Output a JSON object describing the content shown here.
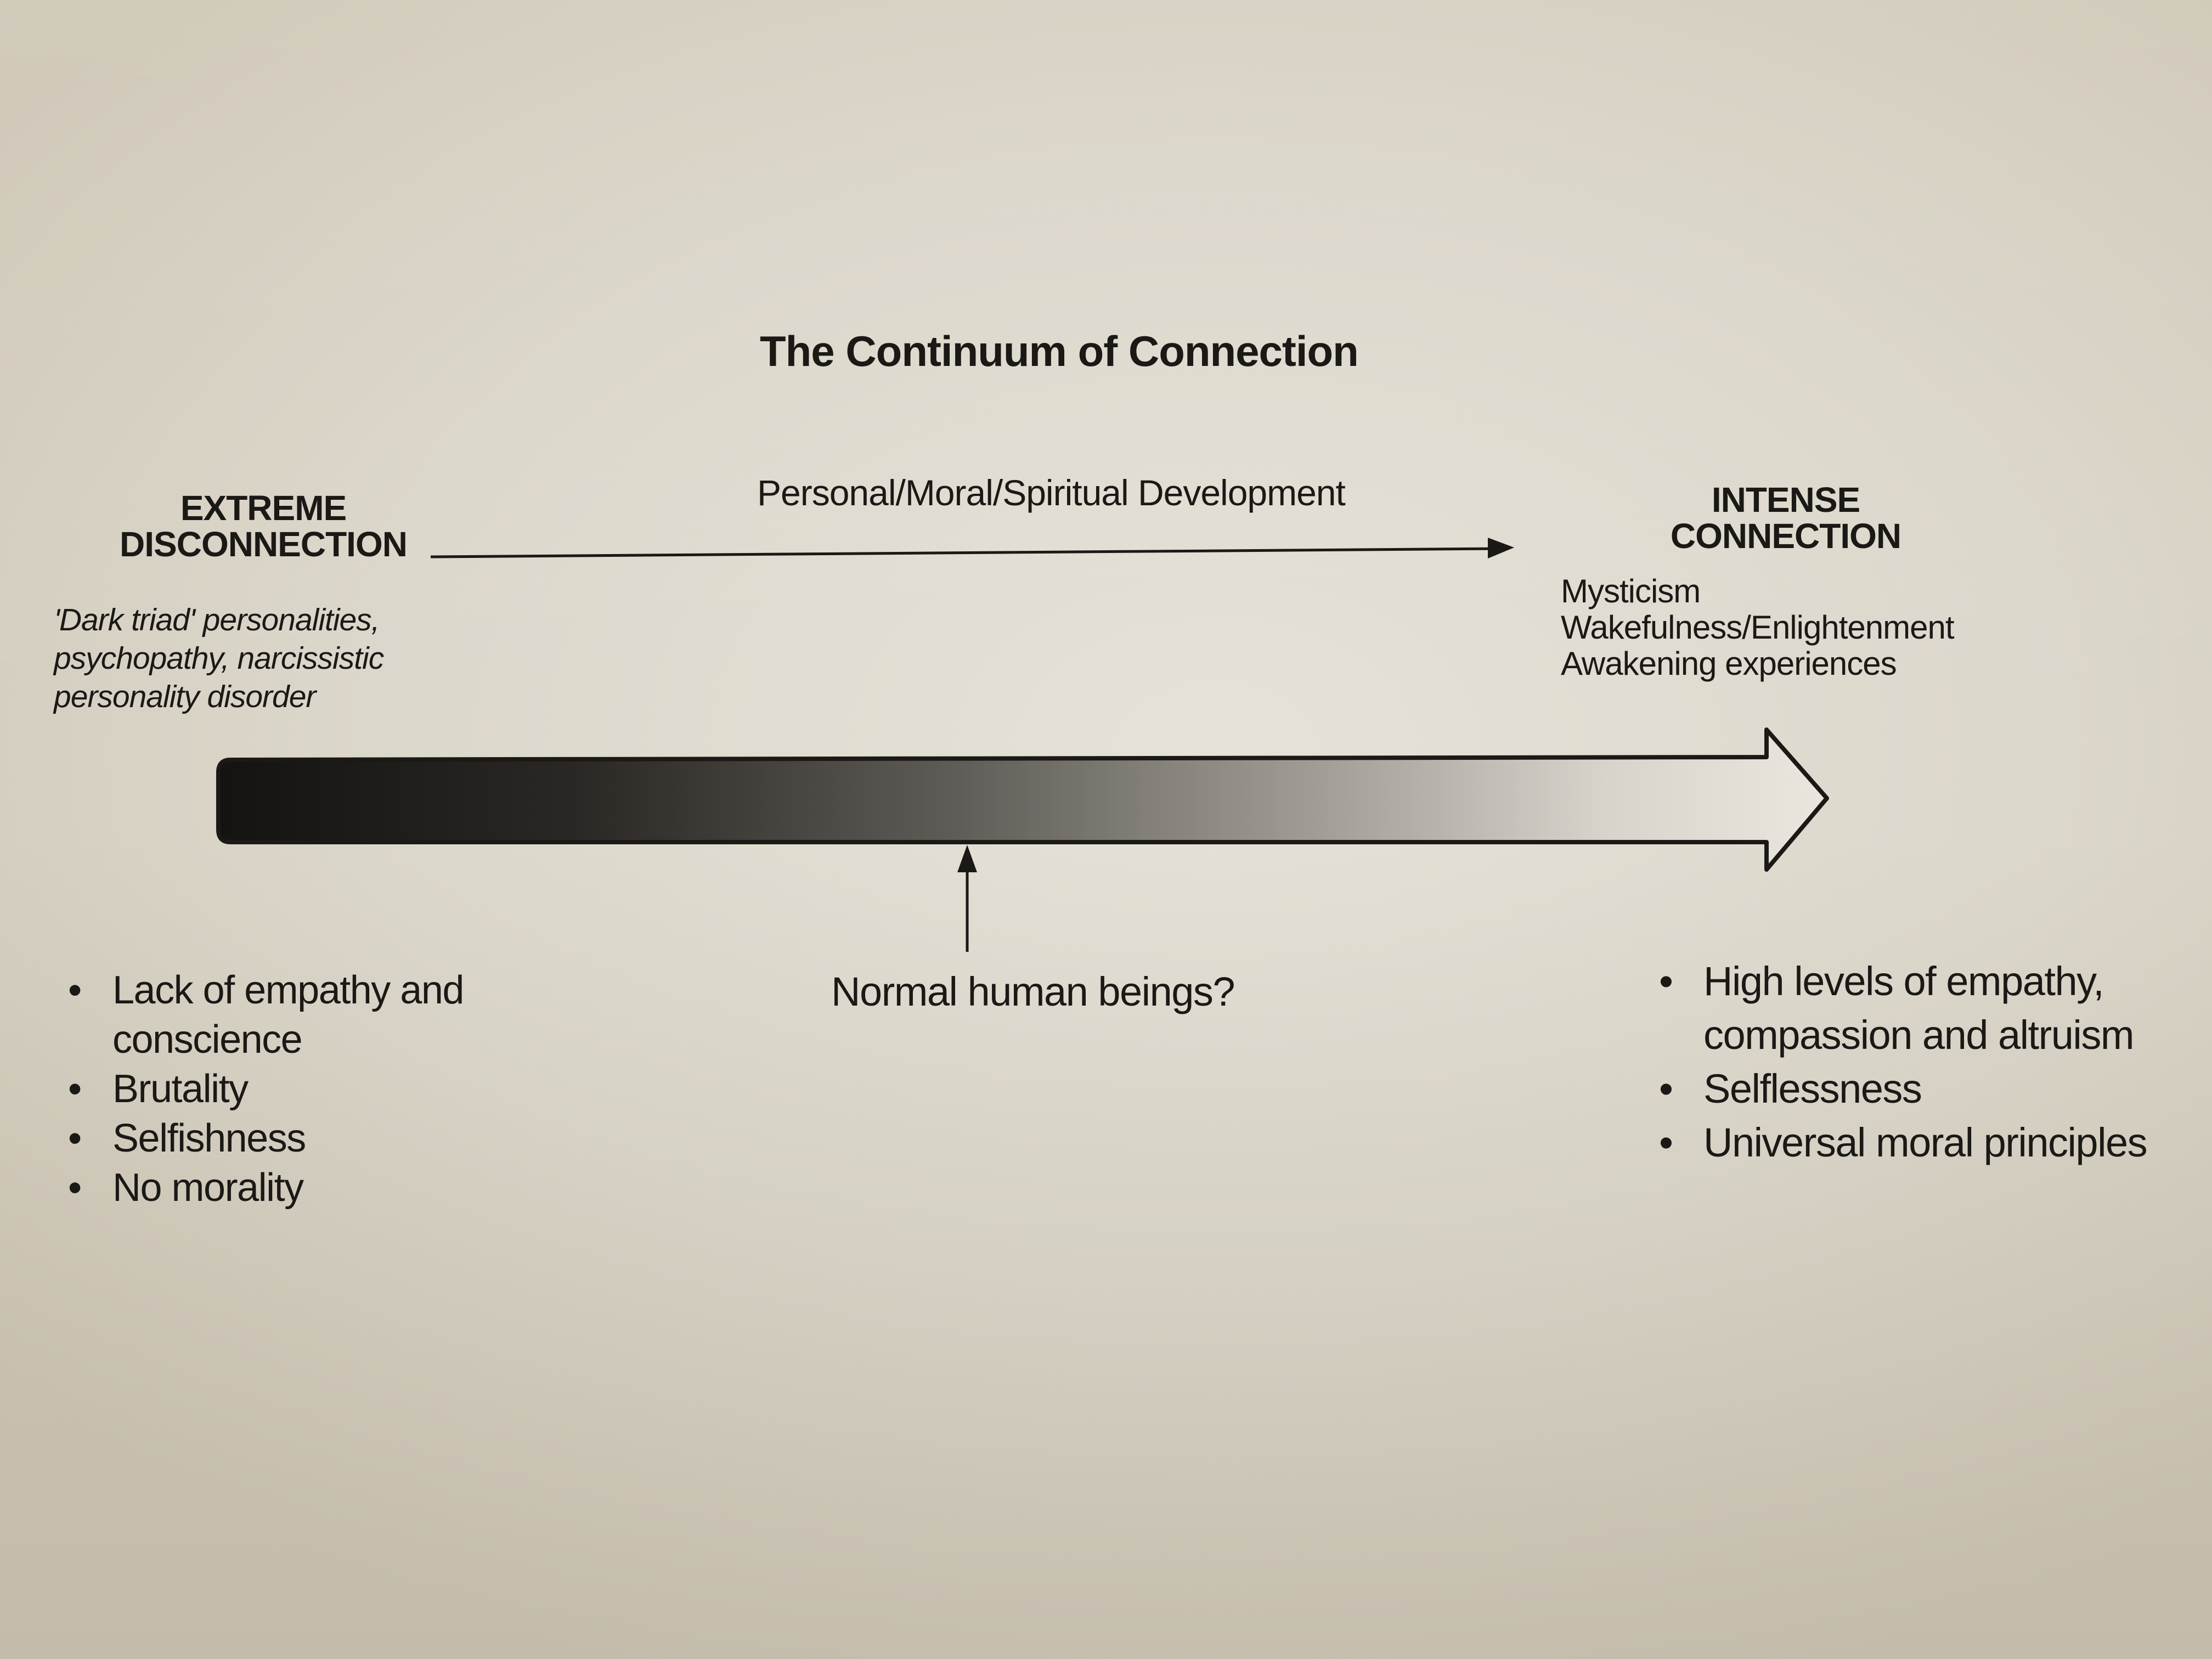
{
  "title": "The Continuum of Connection",
  "development_label": "Personal/Moral/Spiritual Development",
  "left_pole": {
    "heading_line1": "EXTREME",
    "heading_line2": "DISCONNECTION",
    "examples": [
      "'Dark triad' personalities,",
      "psychopathy, narcissistic",
      "personality disorder"
    ],
    "traits": [
      "Lack of empathy and",
      "conscience",
      "Brutality",
      "Selfishness",
      "No morality"
    ]
  },
  "right_pole": {
    "heading_line1": "INTENSE",
    "heading_line2": "CONNECTION",
    "examples": [
      "Mysticism",
      "Wakefulness/Enlightenment",
      "Awakening experiences"
    ],
    "traits": [
      "High levels of empathy,",
      "compassion and altruism",
      "Selflessness",
      "Universal moral principles"
    ]
  },
  "center_label": "Normal human beings?",
  "colors": {
    "ink": "#1b1916",
    "arrow_dark": "#151311",
    "arrow_light": "#e8e4dc",
    "paper": "#ddd8cd"
  }
}
